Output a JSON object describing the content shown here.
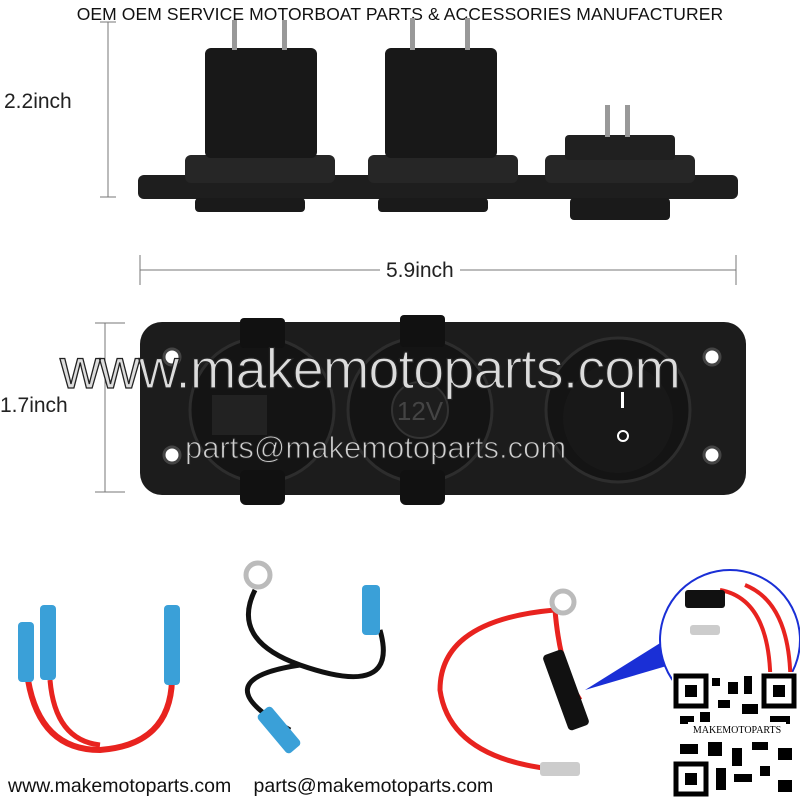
{
  "title": "OEM OEM SERVICE MOTORBOAT PARTS & ACCESSORIES MANUFACTURER",
  "dimensions": {
    "height_top": "2.2inch",
    "width": "5.9inch",
    "height_front": "1.7inch"
  },
  "panel": {
    "socket_label": "12V",
    "switch_on": "I",
    "switch_off": "O"
  },
  "watermark": {
    "site": "www.makemotoparts.com",
    "email": "parts@makemotoparts.com"
  },
  "qr_label": "MAKEMOTOPARTS",
  "footer": {
    "site": "www.makemotoparts.com",
    "email": "parts@makemotoparts.com"
  },
  "colors": {
    "panel": "#1c1c1c",
    "wire_red": "#e8231f",
    "terminal_blue": "#3aa0d8",
    "callout": "#1a2fd6"
  }
}
